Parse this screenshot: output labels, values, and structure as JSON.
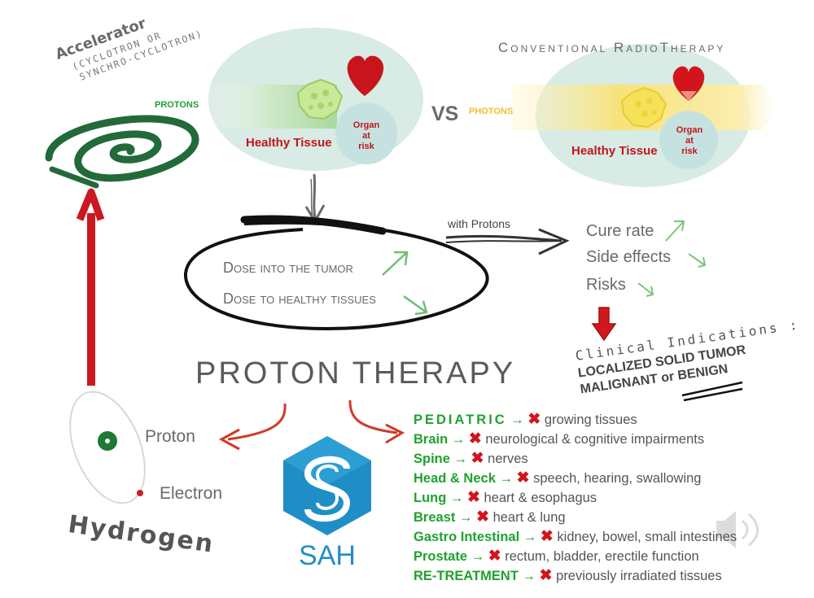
{
  "accelerator": {
    "title": "Accelerator",
    "subtitle_line1": "(CYCLOTRON OR",
    "subtitle_line2": "SYNCHRO-CYCLOTRON)"
  },
  "proton_panel": {
    "beam_label": "PROTONS",
    "tissue_label": "Healthy Tissue",
    "organ_line1": "Organ",
    "organ_line2": "at",
    "organ_line3": "risk"
  },
  "versus": "VS",
  "photon_panel": {
    "title": "Conventional RadioTherapy",
    "beam_label": "PHOTONS",
    "tissue_label": "Healthy Tissue",
    "organ_line1": "Organ",
    "organ_line2": "at",
    "organ_line3": "risk"
  },
  "dose": {
    "tumor": "Dose into the tumor",
    "healthy": "Dose to healthy tissues"
  },
  "with_protons": "with Protons",
  "outcomes": [
    "Cure rate",
    "Side effects",
    "Risks"
  ],
  "clinical": {
    "heading": "Clinical Indications :",
    "line1": "LOCALIZED SOLID TUMOR",
    "line2": "MALIGNANT or BENIGN"
  },
  "main_title": "PROTON THERAPY",
  "atom": {
    "proton": "Proton",
    "electron": "Electron",
    "element": "Hydrogen"
  },
  "logo": {
    "text": "SAH"
  },
  "indications": [
    {
      "label": "PEDIATRIC",
      "desc": "growing tissues"
    },
    {
      "label": "Brain",
      "desc": "neurological & cognitive impairments"
    },
    {
      "label": "Spine",
      "desc": "nerves"
    },
    {
      "label": "Head & Neck",
      "desc": "speech, hearing, swallowing"
    },
    {
      "label": "Lung",
      "desc": "heart & esophagus"
    },
    {
      "label": "Breast",
      "desc": "heart & lung"
    },
    {
      "label": "Gastro Intestinal",
      "desc": "kidney, bowel, small intestines"
    },
    {
      "label": "Prostate",
      "desc": "rectum, bladder, erectile function"
    },
    {
      "label": "RE-TREATMENT",
      "desc": "previously irradiated tissues"
    }
  ],
  "symbols": {
    "arrow": "→",
    "cross": "✖"
  },
  "colors": {
    "green": "#1fa22e",
    "red": "#c0161c",
    "gray": "#6a6a6a",
    "logo_blue": "#1e8fc4",
    "photon_yellow": "#f5d84a"
  },
  "icons": [
    "heart-icon",
    "tumor-icon",
    "cyclotron-spiral-icon",
    "speaker-icon",
    "sah-logo-icon"
  ]
}
